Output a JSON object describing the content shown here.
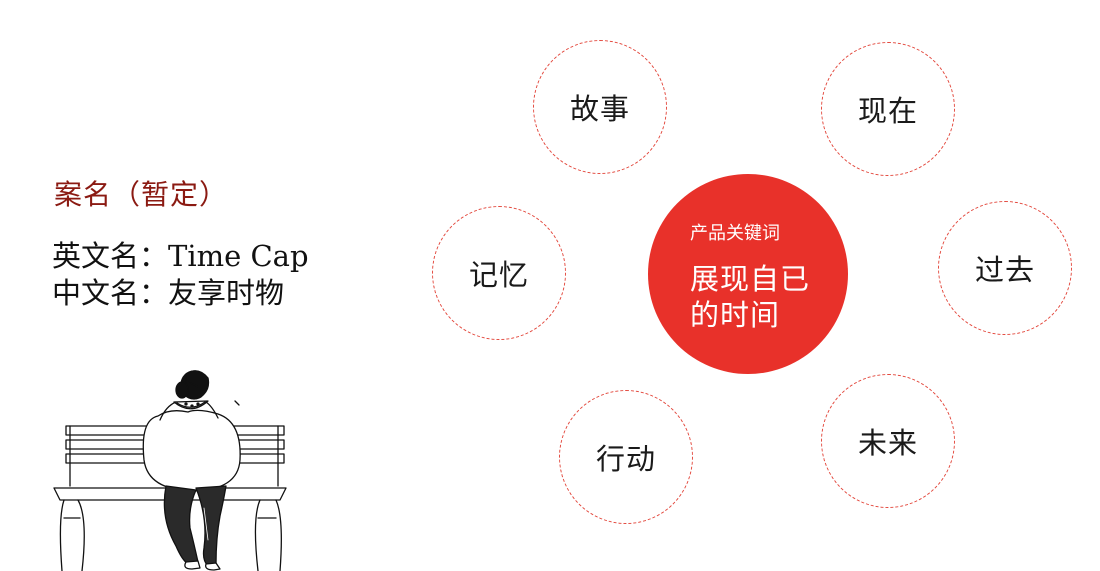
{
  "case": {
    "title": "案名（暂定）",
    "english_name": "英文名：Time Cap",
    "chinese_name": "中文名：友享时物"
  },
  "center": {
    "label": "产品关键词",
    "line1": "展现自已",
    "line2": "的时间",
    "color": "#e8312a"
  },
  "keywords": [
    "故事",
    "现在",
    "记忆",
    "过去",
    "行动",
    "未来"
  ],
  "colors": {
    "title": "#8b1a12",
    "dashed_border": "#e34a3f"
  }
}
